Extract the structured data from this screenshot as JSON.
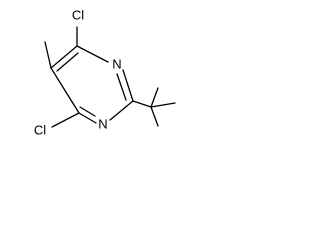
{
  "molecule": {
    "atoms": {
      "cl_top": "Cl",
      "cl_bottom": "Cl",
      "n_upper": "N",
      "n_lower": "N"
    }
  }
}
